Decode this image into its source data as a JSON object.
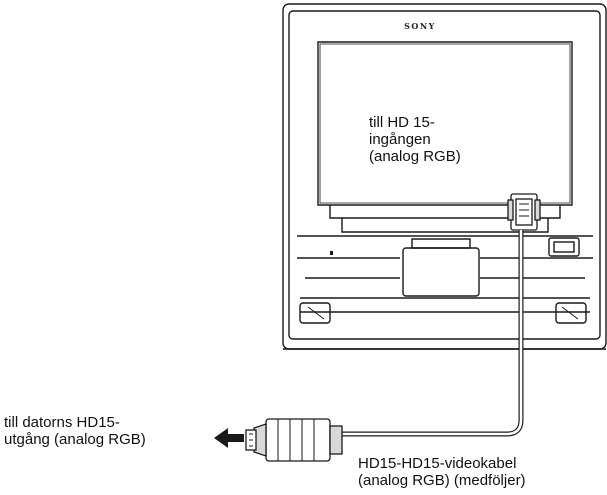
{
  "brand": "SONY",
  "labels": {
    "monitor_input": [
      "till HD 15-",
      "ingången",
      "(analog RGB)"
    ],
    "computer_output": [
      "till datorns HD15-",
      "utgång (analog RGB)"
    ],
    "cable": [
      "HD15-HD15-videokabel",
      "(analog RGB) (medföljer)"
    ]
  },
  "icons": {
    "monitor": "monitor-rear-icon",
    "connector": "vga-connector-icon",
    "arrow": "arrow-left-icon"
  },
  "colors": {
    "line": "#1a1a1a",
    "fill": "#ffffff",
    "shade": "#d9d9d9"
  }
}
